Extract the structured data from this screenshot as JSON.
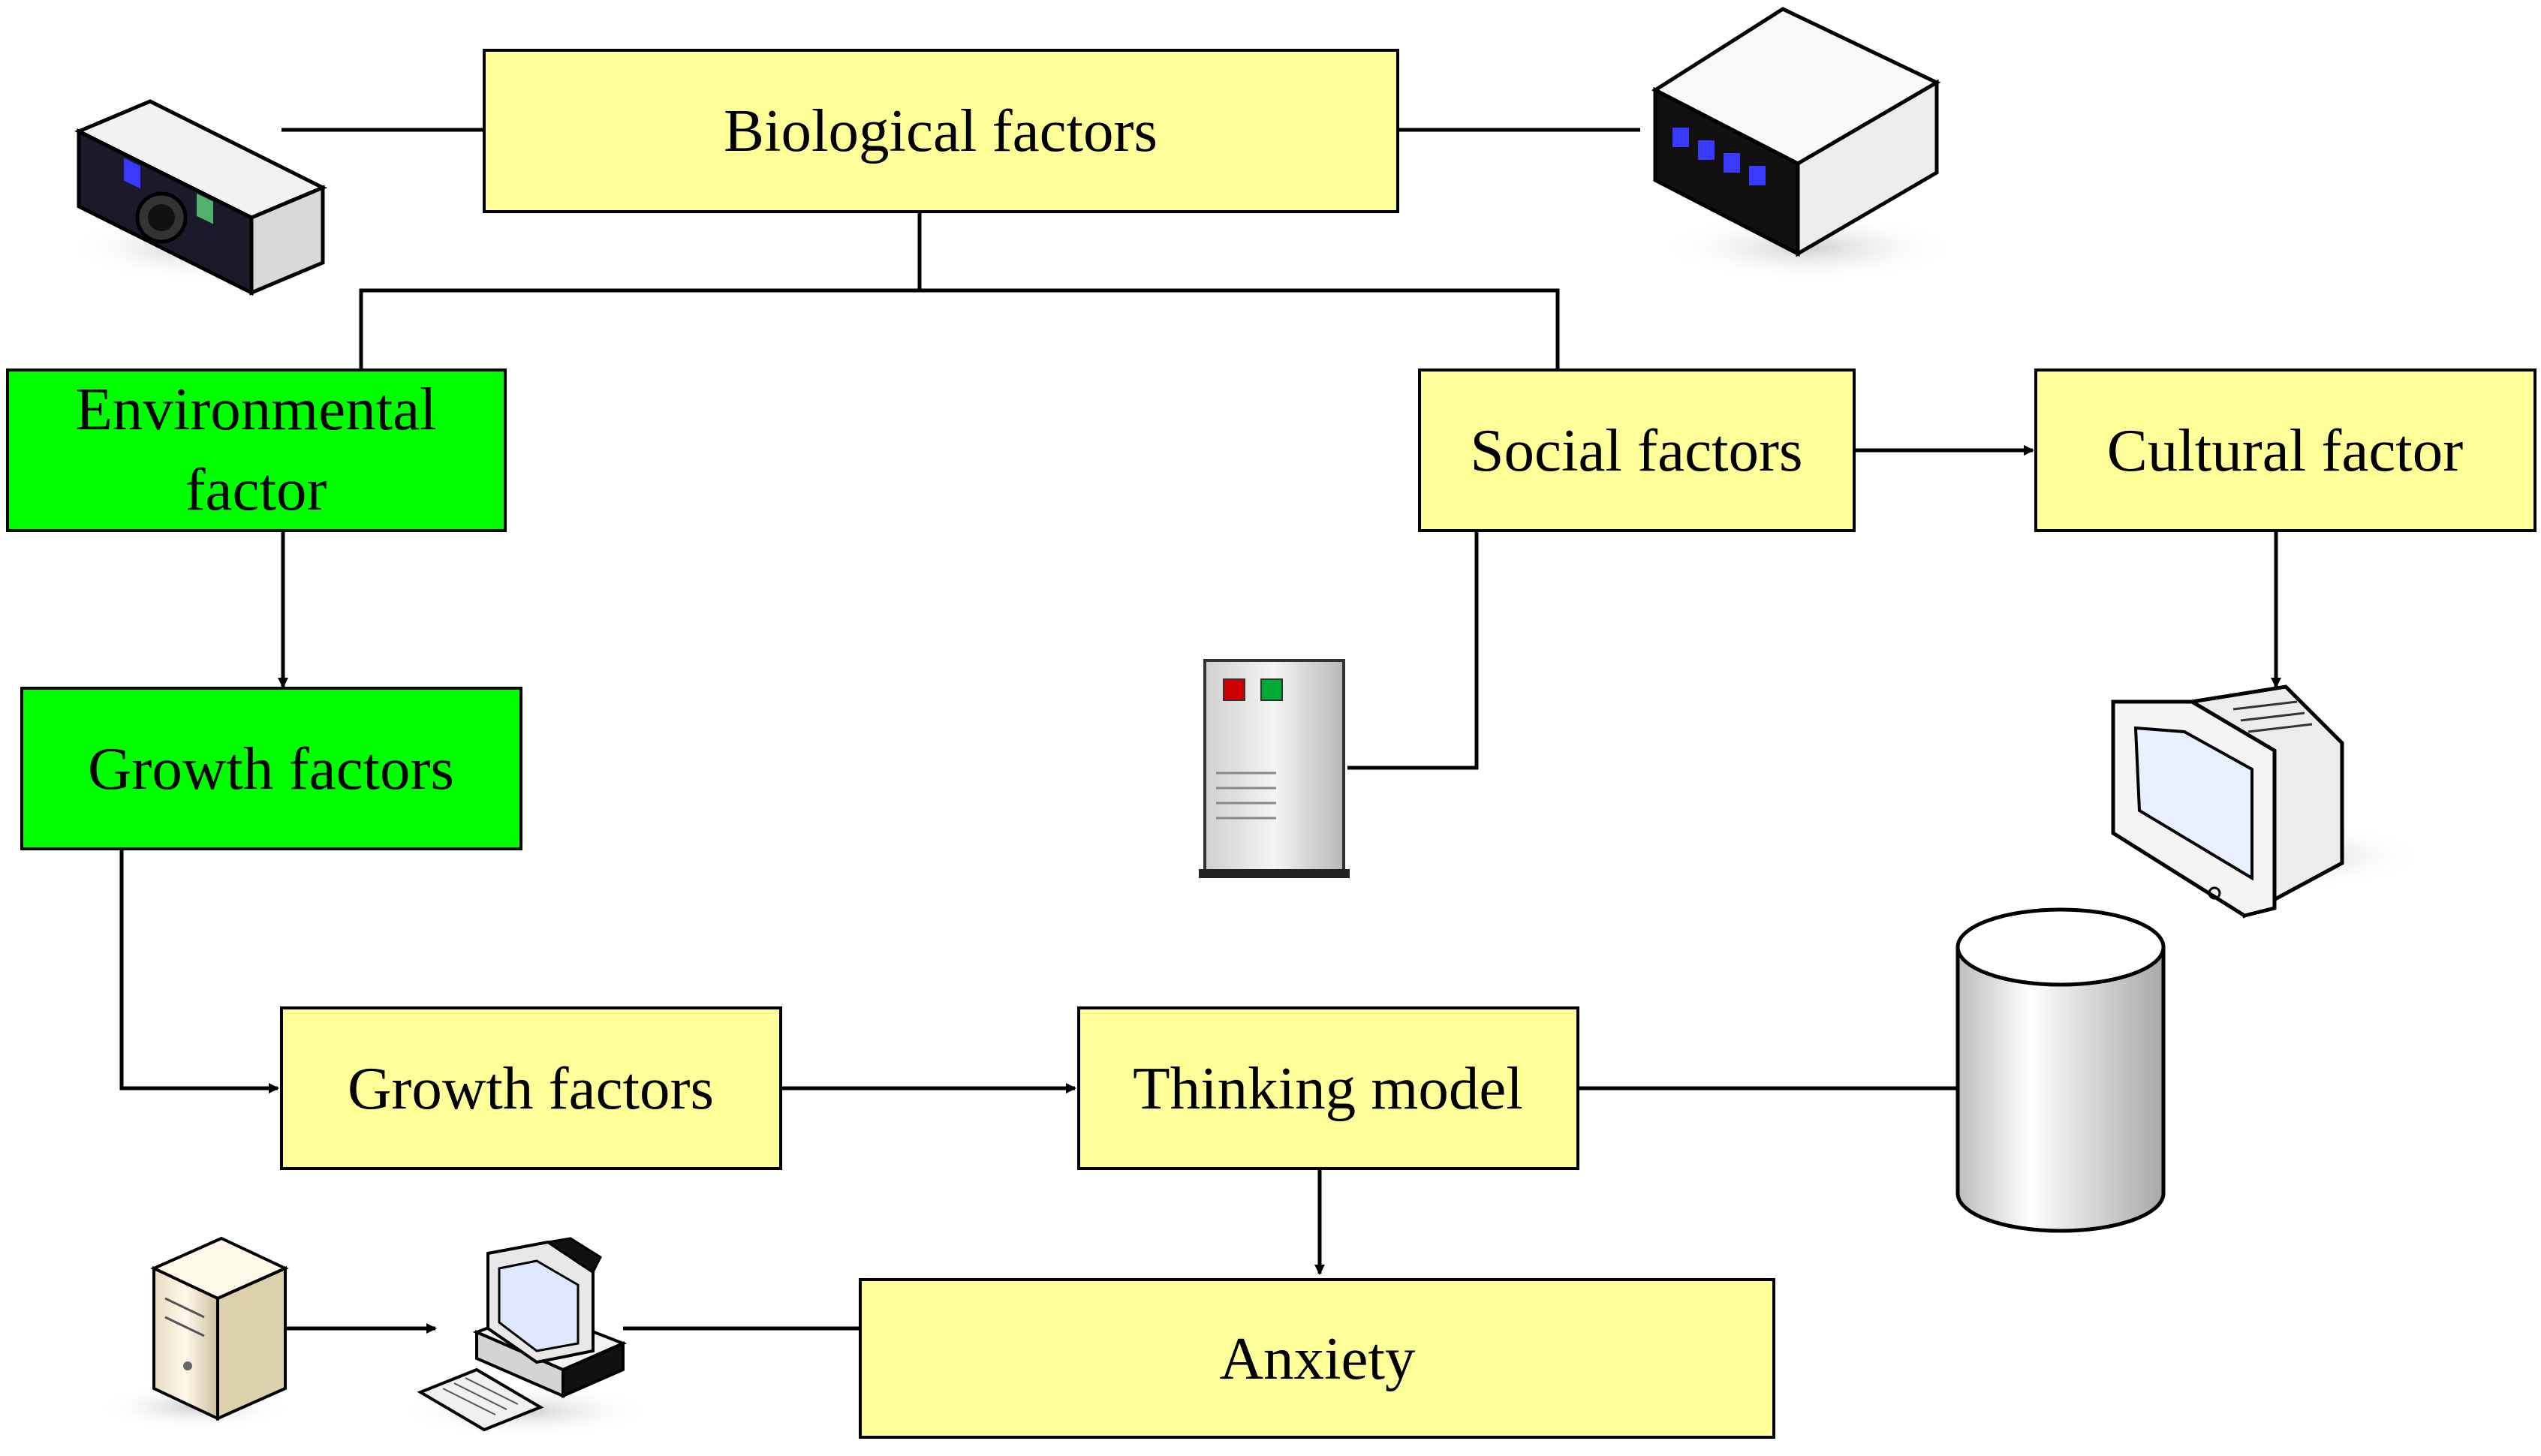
{
  "colors": {
    "yellow_box": "#ffff99",
    "green_box": "#00ff00",
    "stroke": "#000000"
  },
  "nodes": {
    "biological": "Biological factors",
    "environmental_line1": "Environmental",
    "environmental_line2": "factor",
    "social": "Social factors",
    "cultural": "Cultural factor",
    "growth_green": "Growth factors",
    "growth_yellow": "Growth factors",
    "thinking": "Thinking model",
    "anxiety": "Anxiety"
  },
  "icons": [
    "projector-icon",
    "network-device-icon",
    "server-tower-icon",
    "crt-monitor-icon",
    "database-cylinder-icon",
    "desktop-tower-icon",
    "workstation-computer-icon"
  ]
}
